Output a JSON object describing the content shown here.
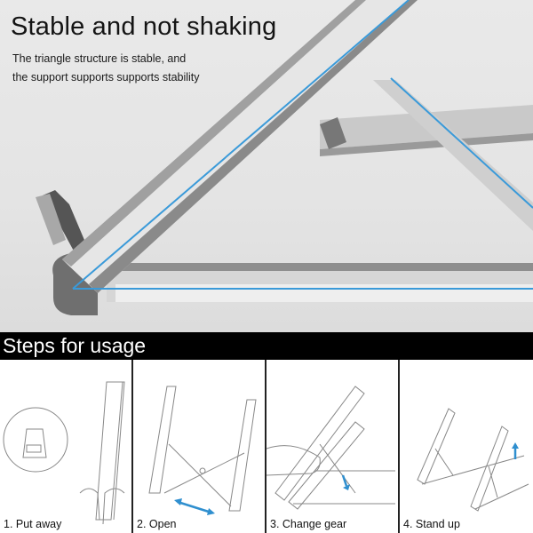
{
  "hero": {
    "title": "Stable and not shaking",
    "subtitle_lines": [
      "The triangle structure is stable, and",
      "the support supports supports stability"
    ],
    "accent_line_color": "#3a9ad9"
  },
  "steps": {
    "title": "Steps for usage",
    "items": [
      {
        "label": "1. Put away",
        "illustration": "folded-stand-in-hands"
      },
      {
        "label": "2. Open",
        "illustration": "stand-unfolding-with-arrow"
      },
      {
        "label": "3. Change gear",
        "illustration": "hand-adjusting-gear"
      },
      {
        "label": "4. Stand up",
        "illustration": "stand-upright-with-arrow"
      }
    ],
    "arrow_color": "#2f8fcf"
  }
}
